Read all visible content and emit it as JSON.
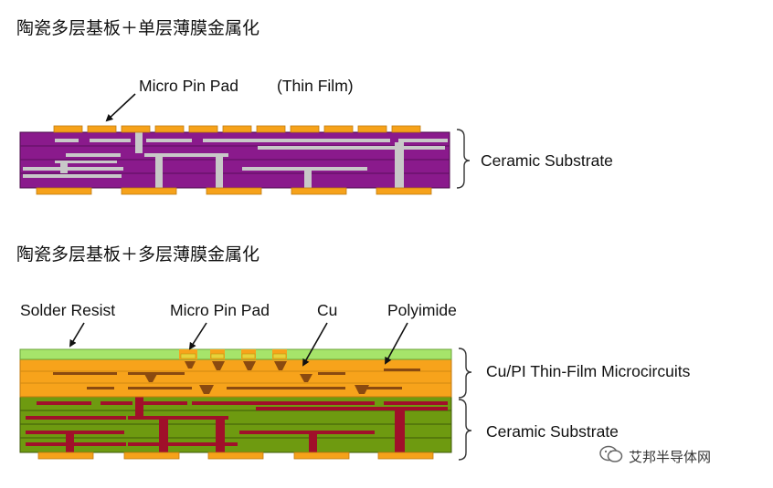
{
  "diagram1": {
    "heading": "陶瓷多层基板＋单层薄膜金属化",
    "label_pad": "Micro Pin Pad",
    "label_thinfilm": "(Thin Film)",
    "label_substrate": "Ceramic Substrate"
  },
  "diagram2": {
    "heading": "陶瓷多层基板＋多层薄膜金属化",
    "label_solder": "Solder Resist",
    "label_pad": "Micro Pin Pad",
    "label_cu": "Cu",
    "label_polyimide": "Polyimide",
    "label_thinfilm_circuits": "Cu/PI Thin-Film Microcircuits",
    "label_substrate": "Ceramic Substrate"
  },
  "watermark": {
    "text": "艾邦半导体网",
    "icon": "wechat-icon"
  },
  "colors": {
    "ceramic_purple": "#8a1a8c",
    "via_gray": "#c8c8c8",
    "pad_orange": "#f6a21a",
    "cu_pi_orange": "#f7a31b",
    "ceramic_green": "#6e9a10",
    "via_red": "#a0102a",
    "solder_green": "#a6e46a"
  }
}
